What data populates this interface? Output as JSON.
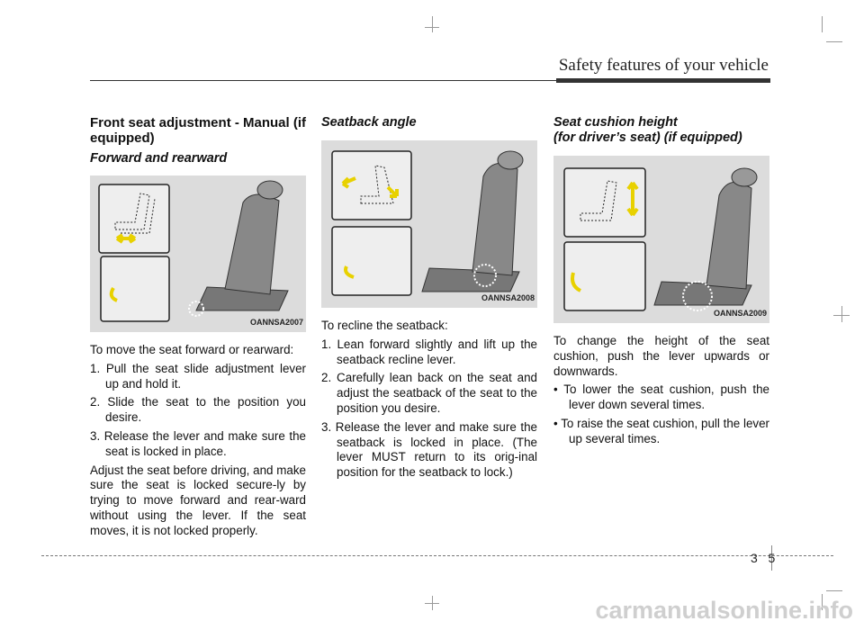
{
  "header": {
    "section_title": "Safety features of your vehicle"
  },
  "col1": {
    "heading": "Front seat adjustment - Manual (if equipped)",
    "subheading": "Forward and rearward",
    "figure_code": "OANNSA2007",
    "intro": "To move the seat forward or rearward:",
    "steps": [
      "1. Pull the seat slide adjustment lever up and hold it.",
      "2. Slide the seat to the position you desire.",
      "3. Release the lever and make sure the seat is locked in place."
    ],
    "note": "Adjust the seat before driving, and make sure the seat is locked secure-ly by trying to move forward and rear-ward without using the lever. If the seat moves, it is not locked properly."
  },
  "col2": {
    "subheading": "Seatback angle",
    "figure_code": "OANNSA2008",
    "intro": "To recline the seatback:",
    "steps": [
      "1. Lean forward slightly and lift up the seatback recline lever.",
      "2. Carefully lean back on the seat and adjust the seatback of the seat to the position you desire.",
      "3. Release the lever and make sure the seatback is locked in place. (The lever MUST return to its orig-inal position for the seatback to lock.)"
    ]
  },
  "col3": {
    "subheading_line1": "Seat cushion height",
    "subheading_line2": "(for driver’s seat) (if equipped)",
    "figure_code": "OANNSA2009",
    "intro": "To change the height of the seat cushion, push the lever upwards or downwards.",
    "bullets": [
      "To lower the seat cushion, push the lever down several times.",
      "To raise the seat cushion, pull the lever  up several times."
    ]
  },
  "footer": {
    "chapter": "3",
    "page": "5"
  },
  "watermark": "carmanualsonline.info"
}
